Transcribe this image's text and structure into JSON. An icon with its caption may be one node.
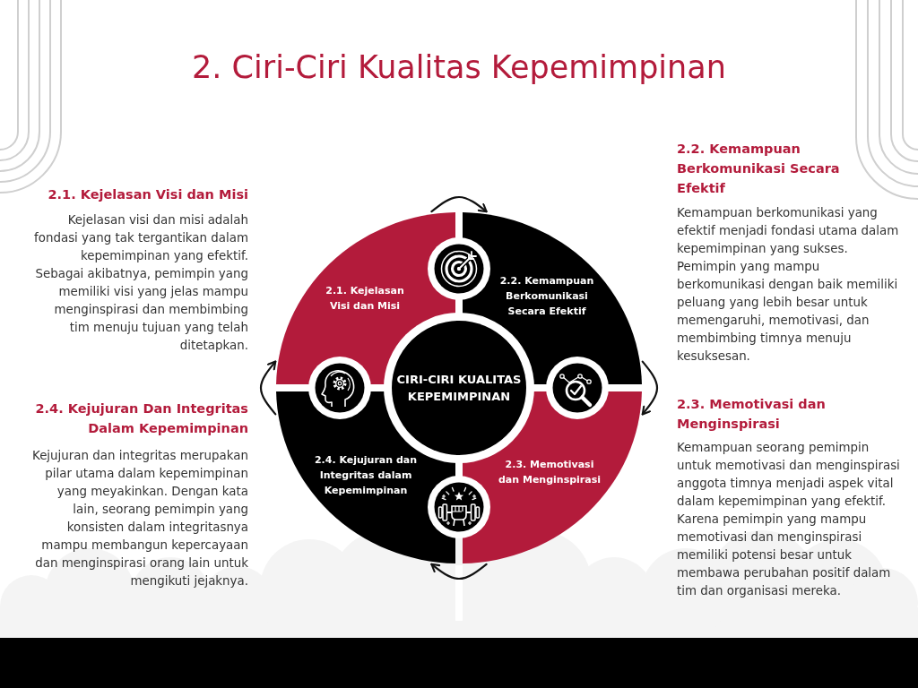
{
  "diagram": {
    "title": "2. Ciri-Ciri Kualitas Kepemimpinan",
    "nodes": [
      {
        "text": [
          "CIRI-CIRI KUALITAS KEPEMIMPINAN"
        ]
      },
      {
        "text": [
          "2.1. Kejelasan Visi dan Misi"
        ]
      },
      {
        "text": [
          "2.2. Kemampuan Berkomunikasi Secara Efektif"
        ]
      },
      {
        "text": [
          "2.3. Memotivasi dan Menginspirasi"
        ]
      },
      {
        "text": [
          "2.4. Kejujuran dan Integritas dalam Kepemimpinan"
        ]
      }
    ],
    "edges": [
      {
        "from": 1,
        "to": 2,
        "arrow": "to"
      },
      {
        "from": 2,
        "to": 3,
        "arrow": "to"
      },
      {
        "from": 3,
        "to": 4,
        "arrow": "to"
      },
      {
        "from": 4,
        "to": 1,
        "arrow": "to"
      }
    ],
    "labels": [
      "2.1. Kejelasan Visi dan Misi",
      "Kejelasan visi dan misi adalah fondasi yang tak tergantikan dalam kepemimpinan yang efektif. Sebagai akibatnya, pemimpin yang memiliki visi yang jelas mampu menginspirasi dan membimbing tim menuju tujuan yang telah ditetapkan.",
      "2.2. Kemampuan Berkomunikasi Secara Efektif",
      "Kemampuan berkomunikasi yang efektif menjadi fondasi utama dalam kepemimpinan yang sukses. Pemimpin yang mampu berkomunikasi dengan baik memiliki peluang yang lebih besar untuk memengaruhi, memotivasi, dan membimbing timnya menuju kesuksesan.",
      "2.3. Memotivasi dan Menginspirasi",
      "Kemampuan seorang pemimpin untuk memotivasi dan menginspirasi anggota timnya menjadi aspek vital dalam kepemimpinan yang efektif. Karena pemimpin yang mampu memotivasi dan menginspirasi memiliki potensi besar untuk membawa perubahan positif dalam tim dan organisasi mereka.",
      "2.4. Kejujuran Dan Integritas Dalam Kepemimpinan",
      "Kejujuran dan integritas merupakan pilar utama dalam kepemimpinan yang meyakinkan. Dengan kata lain, seorang pemimpin yang konsisten dalam integritasnya mampu membangun kepercayaan dan menginspirasi orang lain untuk mengikuti jejaknya."
    ]
  }
}
